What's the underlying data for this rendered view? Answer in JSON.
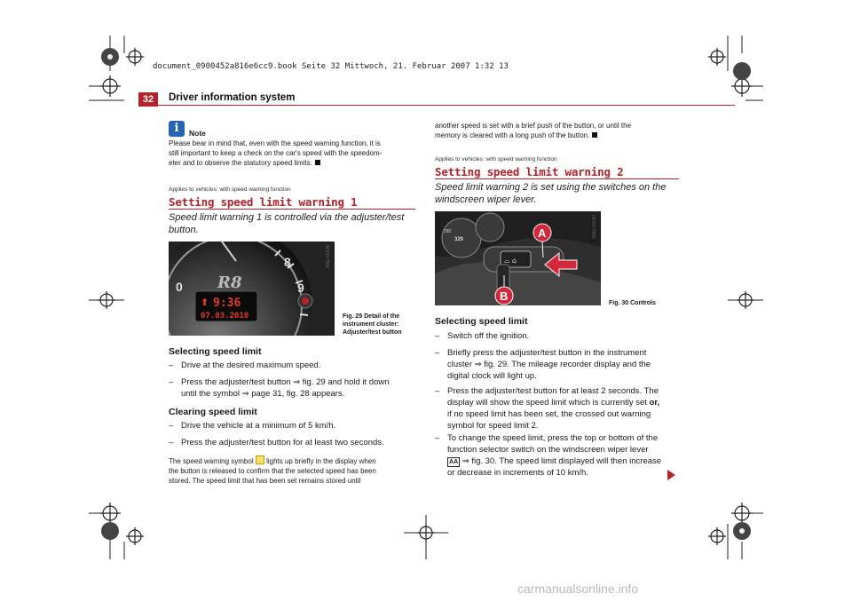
{
  "print_mark": "document_0900452a816e6cc9.book  Seite 32  Mittwoch, 21. Februar 2007  1:32 13",
  "header": {
    "page_number": "32",
    "title": "Driver information system"
  },
  "note": {
    "icon": "info-icon",
    "label": "Note",
    "lines": [
      "Please bear in mind that, even with the speed warning function, it is",
      "still important to keep a check on the car's speed with the speedom-",
      "eter and to observe the statutory speed limits."
    ]
  },
  "section1": {
    "applies": "Applies to vehicles: with speed warning function",
    "title": "Setting speed limit warning 1",
    "lead": [
      "Speed limit warning 1 is controlled via the adjuster/test",
      "button."
    ],
    "figure": {
      "code": "B8Z-0006",
      "caption": [
        "Fig. 29   Detail of the",
        "instrument cluster:",
        "Adjuster/test button"
      ],
      "display_time": "9:36",
      "display_date": "07.03.2010"
    },
    "setting_heading": "Selecting speed limit",
    "setting_items": [
      [
        "Drive at the desired maximum speed."
      ],
      [
        "Press the adjuster/test button ⇒ fig. 29 and hold it down",
        "until the symbol ⇒ page 31, fig. 28 appears."
      ]
    ],
    "clearing_heading": "Clearing speed limit",
    "clearing_items": [
      [
        "Drive the vehicle at a minimum of 5 km/h."
      ],
      [
        "Press the adjuster/test button for at least two seconds."
      ]
    ],
    "footer_text": [
      "The speed warning symbol",
      "lights up briefly in the display when",
      "the button is released to confirm that the selected speed has been",
      "stored. The speed limit that has been set remains stored until"
    ]
  },
  "right_top_text": [
    "another speed is set with a brief push of the button, or until the",
    "memory is cleared with a long push of the button."
  ],
  "section2": {
    "applies": "Applies to vehicles: with speed warning function",
    "title": "Setting speed limit warning 2",
    "lead": [
      "Speed limit warning 2 is set using the switches on the",
      "windscreen wiper lever."
    ],
    "figure": {
      "code": "B8Z-0030",
      "caption": "Fig. 30   Controls",
      "label_a": "A",
      "label_b": "B"
    },
    "heading": "Selecting speed limit",
    "items": [
      [
        "Switch off the ignition."
      ],
      [
        "Briefly press the adjuster/test button in the instrument",
        "cluster ⇒ fig. 29. The mileage recorder display and the",
        "digital clock will light up."
      ],
      [
        "Press the adjuster/test button for at least 2 seconds. The",
        "display will show the speed limit which is currently set",
        "if no speed limit has been set, the crossed out warning",
        "symbol for speed limit 2."
      ],
      [
        "To change the speed limit, press the top or bottom of the",
        "function selector switch on the windscreen wiper lever",
        "⇒ fig. 30. The speed limit displayed will then increase",
        "or decrease in increments of 10 km/h."
      ]
    ],
    "bold_or": "or,",
    "key_a": "A",
    "key_a_sub": "A"
  },
  "watermark": "carmanualsonline.info",
  "colors": {
    "accent": "#b3232a",
    "note_blue": "#2763b0"
  }
}
